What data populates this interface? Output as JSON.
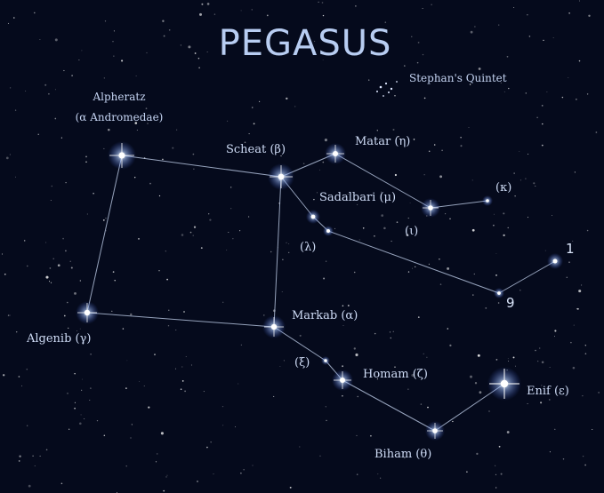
{
  "title": "Pegasus",
  "colors": {
    "background": "#050a1c",
    "star": "#ffffff",
    "glow": "#7fa8ff",
    "label": "#cfdcf6",
    "line": "#c7d6f2"
  },
  "labels": {
    "stephans_quintet": "Stephan's Quintet",
    "alpheratz_1": "Alpheratz",
    "alpheratz_2": "(α Andromedae)",
    "scheat": "Scheat (β)",
    "matar": "Matar (η)",
    "sadalbari": "Sadalbari (μ)",
    "kappa": "(κ)",
    "iota": "(ι)",
    "lambda": "(λ)",
    "one": "1",
    "nine": "9",
    "algenib": "Algenib (γ)",
    "markab": "Markab (α)",
    "xi": "(ξ)",
    "homam": "Homam (ζ)",
    "enif": "Enif (ε)",
    "biham": "Biham (θ)"
  }
}
